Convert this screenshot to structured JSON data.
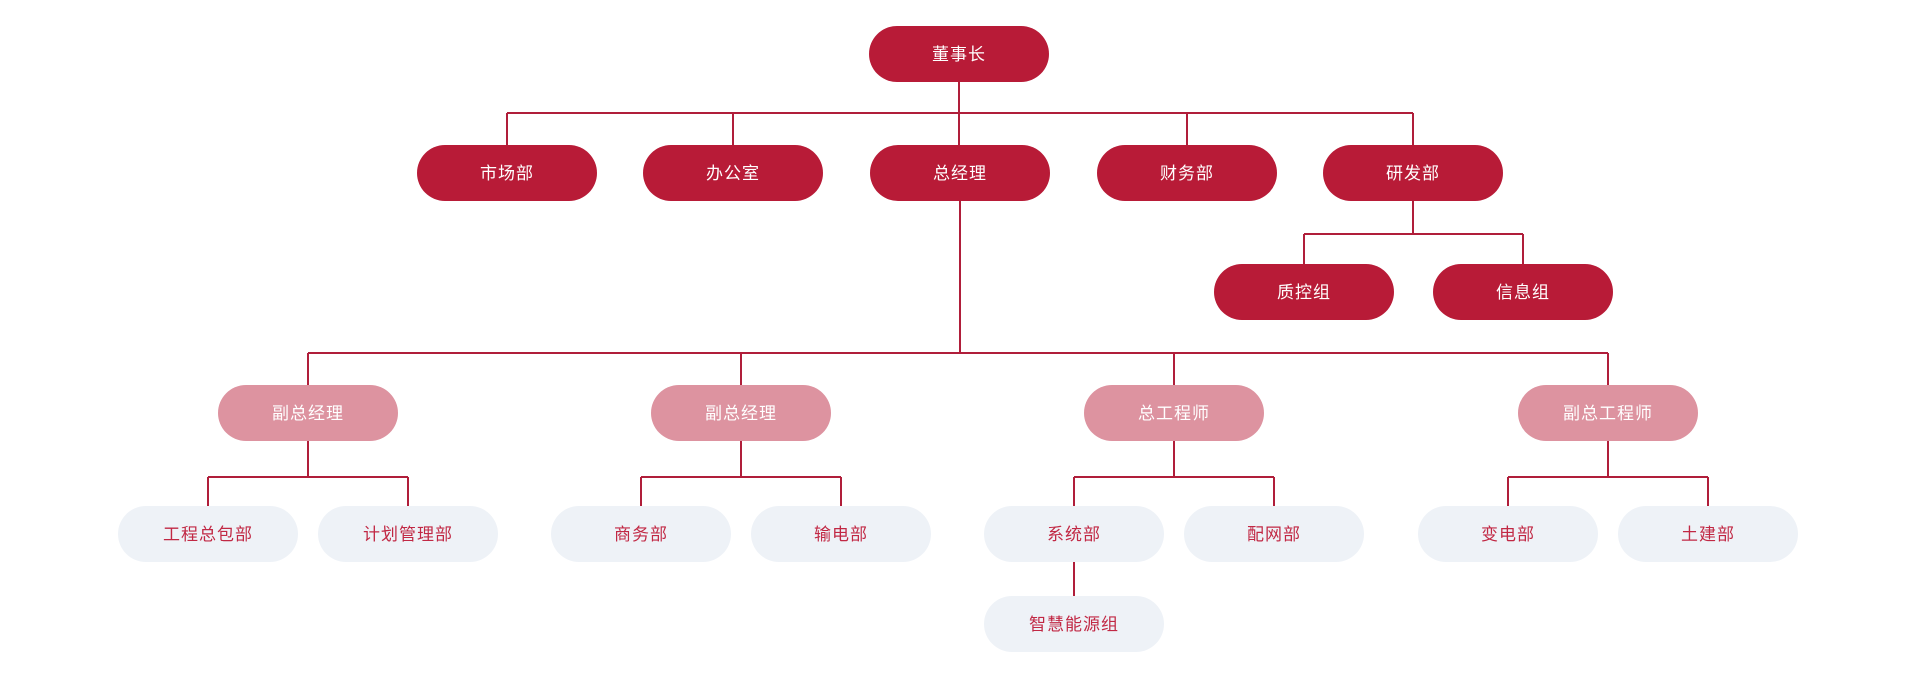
{
  "palette": {
    "background": "#ffffff",
    "node_primary": "#b81b37",
    "node_secondary": "#dd93a0",
    "node_tertiary_bg": "#eef2f7",
    "node_tertiary_text": "#c12844",
    "node_text": "#ffffff",
    "connector": "#b01e3a"
  },
  "nodes": {
    "chairman": {
      "label": "董事长"
    },
    "marketing": {
      "label": "市场部"
    },
    "office": {
      "label": "办公室"
    },
    "general_manager": {
      "label": "总经理"
    },
    "finance": {
      "label": "财务部"
    },
    "rnd": {
      "label": "研发部"
    },
    "quality_control": {
      "label": "质控组"
    },
    "information": {
      "label": "信息组"
    },
    "deputy_gm_1": {
      "label": "副总经理"
    },
    "deputy_gm_2": {
      "label": "副总经理"
    },
    "chief_engineer": {
      "label": "总工程师"
    },
    "deputy_chief_engineer": {
      "label": "副总工程师"
    },
    "epc": {
      "label": "工程总包部"
    },
    "planning": {
      "label": "计划管理部"
    },
    "commerce": {
      "label": "商务部"
    },
    "transmission": {
      "label": "输电部"
    },
    "system": {
      "label": "系统部"
    },
    "distribution": {
      "label": "配网部"
    },
    "substation": {
      "label": "变电部"
    },
    "civil": {
      "label": "土建部"
    },
    "smart_energy": {
      "label": "智慧能源组"
    }
  },
  "hierarchy": [
    {
      "parent": "chairman",
      "children": [
        "marketing",
        "office",
        "general_manager",
        "finance",
        "rnd"
      ]
    },
    {
      "parent": "rnd",
      "children": [
        "quality_control",
        "information"
      ]
    },
    {
      "parent": "general_manager",
      "children": [
        "deputy_gm_1",
        "deputy_gm_2",
        "chief_engineer",
        "deputy_chief_engineer"
      ]
    },
    {
      "parent": "deputy_gm_1",
      "children": [
        "epc",
        "planning"
      ]
    },
    {
      "parent": "deputy_gm_2",
      "children": [
        "commerce",
        "transmission"
      ]
    },
    {
      "parent": "chief_engineer",
      "children": [
        "system",
        "distribution"
      ]
    },
    {
      "parent": "deputy_chief_engineer",
      "children": [
        "substation",
        "civil"
      ]
    },
    {
      "parent": "system",
      "children": [
        "smart_energy"
      ]
    }
  ]
}
